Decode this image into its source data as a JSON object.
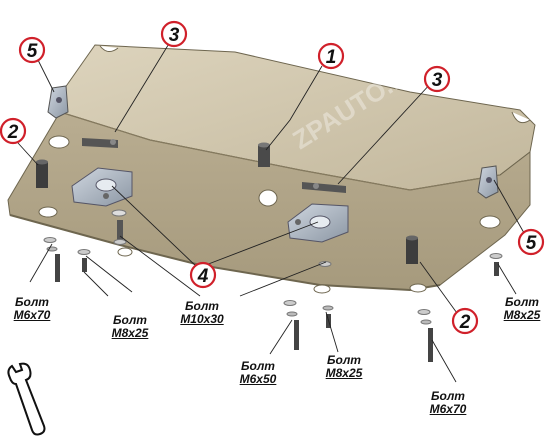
{
  "callouts": [
    "1",
    "2",
    "2",
    "3",
    "3",
    "4",
    "5",
    "5"
  ],
  "bolt_labels": [
    {
      "word": "Болт",
      "size": "M6x70"
    },
    {
      "word": "Болт",
      "size": "M8x25"
    },
    {
      "word": "Болт",
      "size": "M10x30"
    },
    {
      "word": "Болт",
      "size": "M6x50"
    },
    {
      "word": "Болт",
      "size": "M8x25"
    },
    {
      "word": "Болт",
      "size": "M8x25"
    },
    {
      "word": "Болт",
      "size": "M6x70"
    }
  ],
  "watermark": "ZPAUTO.RU",
  "colors": {
    "plate": "#c9bfa6",
    "callout_ring": "#d0202a",
    "leader": "#222222",
    "steel": "#9aa6b4"
  },
  "icons": [
    "wrench-icon"
  ]
}
